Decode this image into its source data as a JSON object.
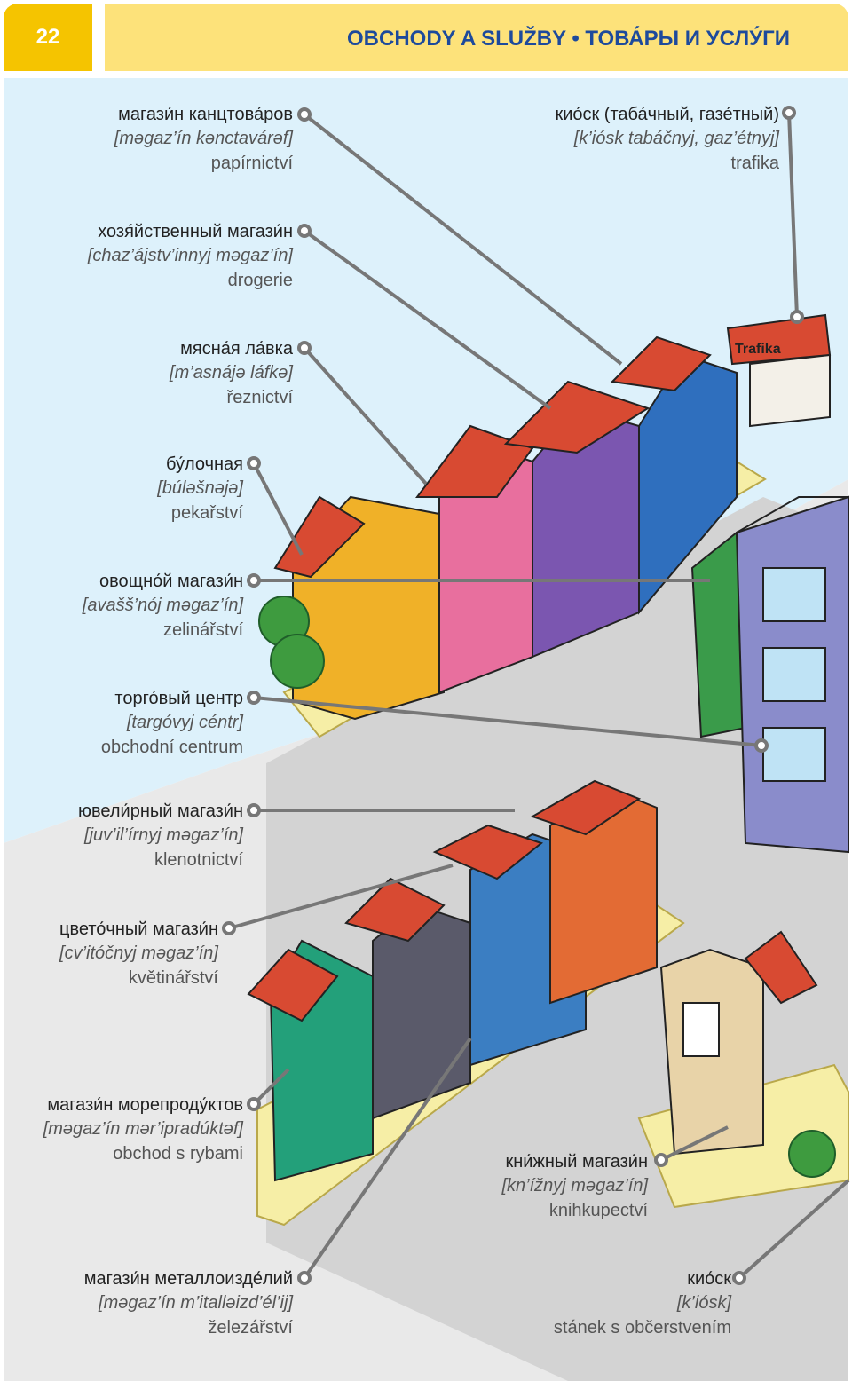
{
  "header": {
    "page_number": "22",
    "title": "OBCHODY A SLUŽBY • ТОВА́РЫ И УСЛУ́ГИ"
  },
  "labels": {
    "kancto": {
      "ru": "магази́н канцтова́ров",
      "tr": "[məgaz’ín kənctavárəf]",
      "cz": "papírnictví"
    },
    "choz": {
      "ru": "хозя́йственный магази́н",
      "tr": "[chaz’ájstv’innyj məgaz’ín]",
      "cz": "drogerie"
    },
    "mjas": {
      "ru": "мясна́я ла́вка",
      "tr": "[m’asnájə láfkə]",
      "cz": "řeznictví"
    },
    "bul": {
      "ru": "бу́лочная",
      "tr": "[búləšnəjə]",
      "cz": "pekařství"
    },
    "ovoshch": {
      "ru": "овощно́й магази́н",
      "tr": "[avašš’nój məgaz’ín]",
      "cz": "zelinářství"
    },
    "torg": {
      "ru": "торго́вый центр",
      "tr": "[targóvyj céntr]",
      "cz": "obchodní centrum"
    },
    "juvel": {
      "ru": "ювели́рный магази́н",
      "tr": "[juv’il’írnyj məgaz’ín]",
      "cz": "klenotnictví"
    },
    "cvet": {
      "ru": "цвето́чный магази́н",
      "tr": "[cv’itóčnyj məgaz’ín]",
      "cz": "květinářství"
    },
    "morep": {
      "ru": "магази́н морепроду́ктов",
      "tr": "[məgaz’ín mər’ipradúktəf]",
      "cz": "obchod s rybami"
    },
    "metall": {
      "ru": "магази́н металлоизде́лий",
      "tr": "[məgaz’ín m’italləizd’él’ij]",
      "cz": "železářství"
    },
    "kiosk_tab": {
      "ru": "кио́ск (таба́чный, газе́тный)",
      "tr": "[k’iósk tabáčnyj, gaz’étnyj]",
      "cz": "trafika"
    },
    "knizh": {
      "ru": "кни́жный магази́н",
      "tr": "[kn’ížnyj məgaz’ín]",
      "cz": "knihkupectví"
    },
    "kiosk": {
      "ru": "кио́ск",
      "tr": "[k’iósk]",
      "cz": "stánek s občerstvením"
    }
  },
  "illustration": {
    "kiosk_sign": "Trafika"
  },
  "colors": {
    "page_badge": "#f5c400",
    "header_band": "#fde27a",
    "header_title": "#1d4a9c",
    "sky": "#ddf1fb",
    "street": "#e6e6e6",
    "road": "#d2d2d2",
    "sidewalk": "#f6eea6",
    "roof": "#d84a32"
  }
}
